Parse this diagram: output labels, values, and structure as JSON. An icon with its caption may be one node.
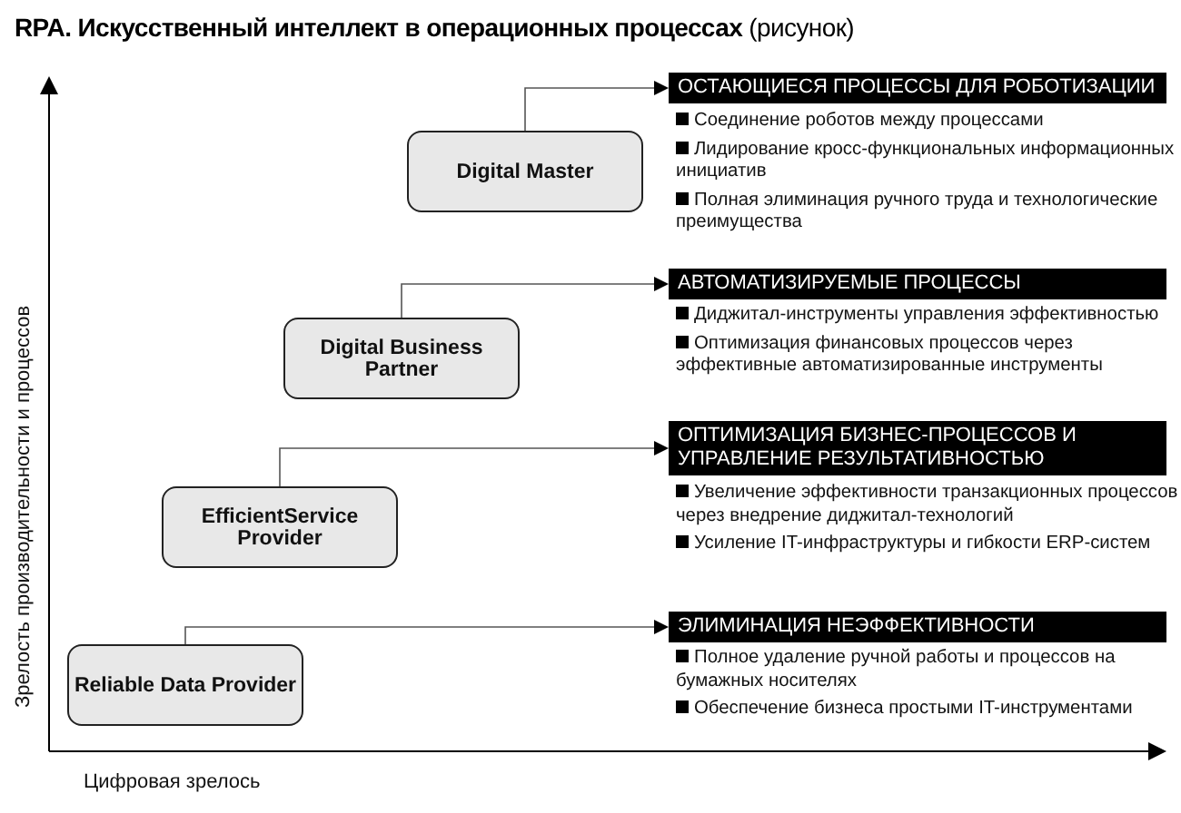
{
  "diagram": {
    "title": "**RPA. Искусственный интеллект в операционных процессах** (рисунок)",
    "nodes": [
      {
        "text": [
          "Digital Master"
        ]
      },
      {
        "text": [
          "ОСТАЮЩИЕСЯ ПРОЦЕССЫ ДЛЯ РОБОТИЗАЦИИ"
        ],
        "beside": [
          "Соединение роботов между процессами",
          "Лидирование кросс-функциональных информационных инициатив",
          "Полная элиминация ручного труда и технологические преимущества"
        ]
      },
      {
        "text": [
          "Digital Business Partner"
        ]
      },
      {
        "text": [
          "АВТОМАТИЗИРУЕМЫЕ ПРОЦЕССЫ"
        ],
        "beside": [
          "Диджитал-инструменты управления эффективностью",
          "Оптимизация финансовых процессов через эффективные автоматизированные инструменты"
        ]
      },
      {
        "text": [
          "EfficientService Provider"
        ]
      },
      {
        "text": [
          "ОПТИМИЗАЦИЯ БИЗНЕС-ПРОЦЕССОВ И УПРАВЛЕНИЕ РЕЗУЛЬТАТИВНОСТЬЮ"
        ],
        "beside": [
          "Увеличение эффективности транзакционных процессов через внедрение диджитал-технологий",
          "Усиление IT-инфраструктуры и гибкости ERP-систем"
        ]
      },
      {
        "text": [
          "Reliable Data Provider"
        ]
      },
      {
        "text": [
          "ЭЛИМИНАЦИЯ НЕЭФФЕКТИВНОСТИ"
        ],
        "beside": [
          "Полное удаление ручной работы и процессов на бумажных носителях",
          "Обеспечение бизнеса простыми IT-инструментами"
        ]
      }
    ],
    "edges": [
      {
        "from": 0,
        "to": 1,
        "arrow": "to"
      },
      {
        "from": 2,
        "to": 3,
        "arrow": "to"
      },
      {
        "from": 4,
        "to": 5,
        "arrow": "to"
      },
      {
        "from": 6,
        "to": 7,
        "arrow": "to"
      }
    ],
    "labels": [
      "Зрелость производительности и процессов",
      "Цифровая зрелось"
    ]
  }
}
